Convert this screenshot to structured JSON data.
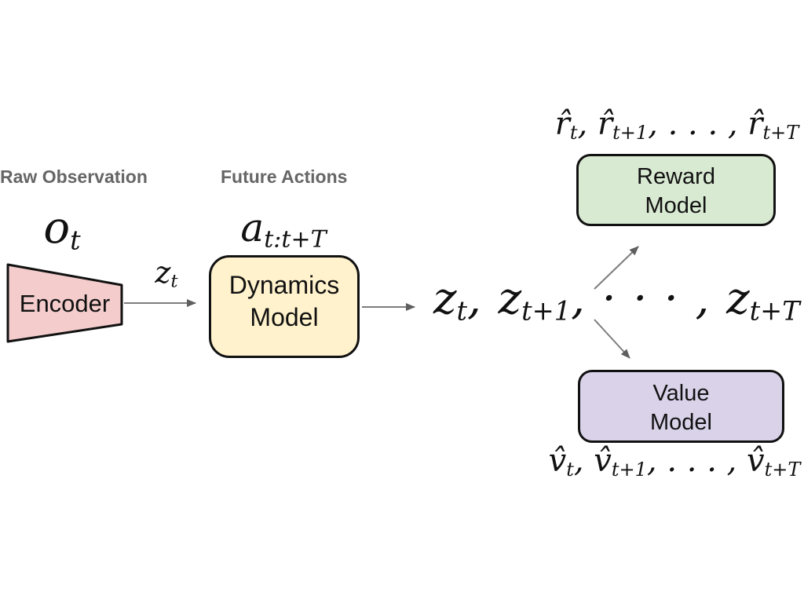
{
  "colors": {
    "background": "#ffffff",
    "label_gray": "#666666",
    "text_black": "#111111",
    "box_stroke": "#111111",
    "arrow_line": "#7d7d7d",
    "arrow_head": "#5f5f5f",
    "encoder_fill": "#f4cccc",
    "dynamics_fill": "#fff2cc",
    "reward_fill": "#d9ead3",
    "value_fill": "#d9d2e9"
  },
  "nodes": {
    "encoder": {
      "label": "Encoder",
      "caption": [
        "Raw",
        "Observation"
      ],
      "input_math": "o_t"
    },
    "dynamics": {
      "label": [
        "Dynamics",
        "Model"
      ],
      "caption": [
        "Future",
        "Actions"
      ],
      "actions_math": "a_{t:t+T}"
    },
    "reward": {
      "label": [
        "Reward",
        "Model"
      ],
      "output_math": "r̂_t, r̂_{t+1}, . . . , r̂_{t+T}"
    },
    "value": {
      "label": [
        "Value",
        "Model"
      ],
      "output_math": "v̂_t, v̂_{t+1}, . . . , v̂_{t+T}"
    }
  },
  "edges": {
    "encoder_to_dynamics_math": "z_t",
    "latent_sequence_math": "z_t, z_{t+1}, · · · , z_{t+T}"
  }
}
